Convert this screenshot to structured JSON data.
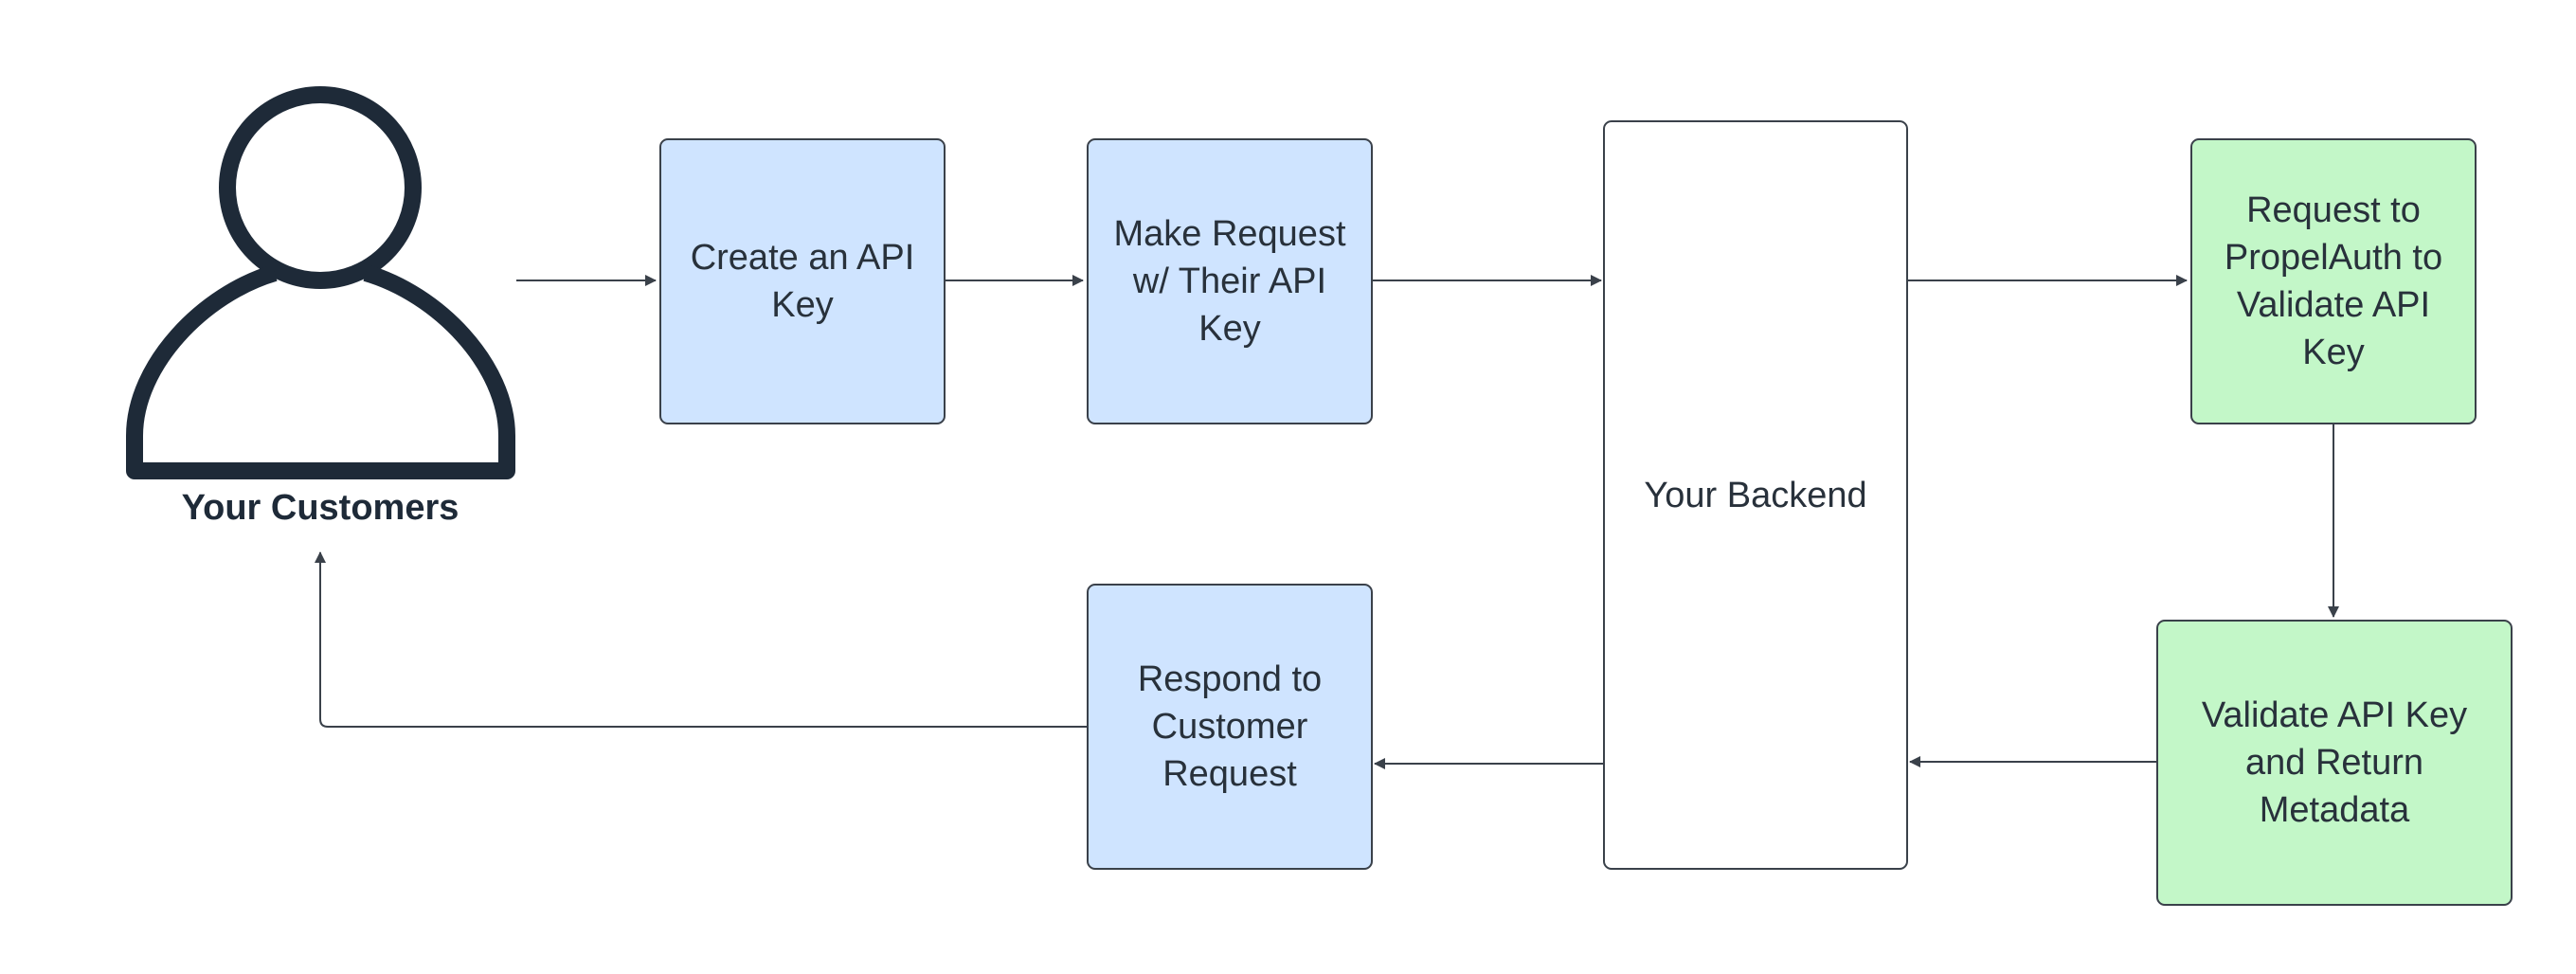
{
  "diagram": {
    "actor": {
      "label": "Your Customers",
      "icon": "person-icon"
    },
    "nodes": {
      "create_key": {
        "label": "Create an API\nKey"
      },
      "make_request": {
        "label": "Make Request\nw/ Their API\nKey"
      },
      "backend": {
        "label": "Your Backend"
      },
      "request_propelauth": {
        "label": "Request to\nPropelAuth to\nValidate API\nKey"
      },
      "validate_return": {
        "label": "Validate API Key\nand Return\nMetadata"
      },
      "respond": {
        "label": "Respond to\nCustomer\nRequest"
      }
    },
    "edges": [
      {
        "from": "Your Customers",
        "to": "Create an API Key"
      },
      {
        "from": "Create an API Key",
        "to": "Make Request w/ Their API Key"
      },
      {
        "from": "Make Request w/ Their API Key",
        "to": "Your Backend"
      },
      {
        "from": "Your Backend",
        "to": "Request to PropelAuth to Validate API Key"
      },
      {
        "from": "Request to PropelAuth to Validate API Key",
        "to": "Validate API Key and Return Metadata"
      },
      {
        "from": "Validate API Key and Return Metadata",
        "to": "Your Backend"
      },
      {
        "from": "Your Backend",
        "to": "Respond to Customer Request"
      },
      {
        "from": "Respond to Customer Request",
        "to": "Your Customers"
      }
    ],
    "colors": {
      "blue_fill": "#cfe4ff",
      "green_fill": "#c3f7c8",
      "stroke": "#3a414a",
      "icon": "#1e2a38"
    }
  }
}
